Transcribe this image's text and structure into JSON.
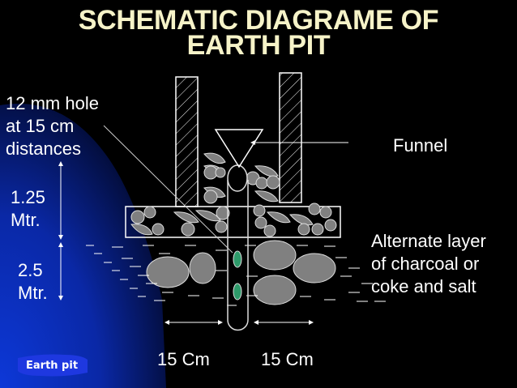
{
  "title": {
    "line1": "SCHEMATIC DIAGRAME OF",
    "line2": "EARTH PIT"
  },
  "labels": {
    "hole_line1": "12 mm hole",
    "hole_line2": "at 15 cm",
    "hole_line3": "distances",
    "depth1_value": "1.25",
    "depth1_unit": "Mtr.",
    "depth2_value": "2.5",
    "depth2_unit": "Mtr.",
    "funnel": "Funnel",
    "layer_line1": "Alternate layer",
    "layer_line2": "of charcoal or",
    "layer_line3": "coke and salt",
    "dist_left": "15 Cm",
    "dist_right": "15 Cm"
  },
  "badge": {
    "label": "Earth pit"
  },
  "colors": {
    "background": "#000000",
    "title": "#f6f3c8",
    "blue_area": "#0b2fc0",
    "stone": "#808080",
    "hole": "#2e9a6a",
    "lines": "#ffffff"
  }
}
